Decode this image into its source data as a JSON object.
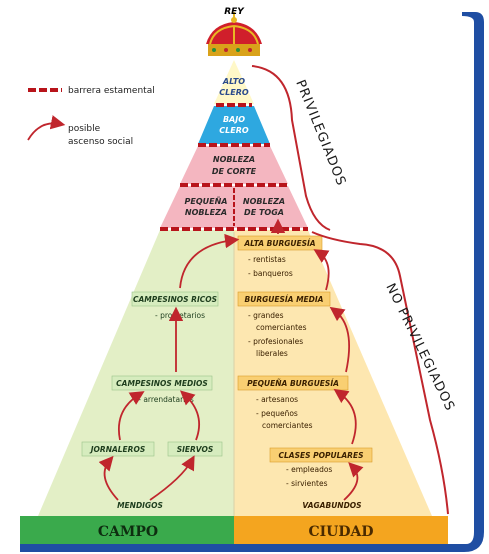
{
  "legend": {
    "barrier_label": "barrera estamental",
    "ascent_label_1": "posible",
    "ascent_label_2": "ascenso social"
  },
  "top": {
    "rey": "REY",
    "alto_clero_1": "ALTO",
    "alto_clero_2": "CLERO",
    "bajo_clero_1": "BAJO",
    "bajo_clero_2": "CLERO",
    "nobleza_corte_1": "NOBLEZA",
    "nobleza_corte_2": "DE CORTE",
    "pequena_nobleza_1": "PEQUEÑA",
    "pequena_nobleza_2": "NOBLEZA",
    "nobleza_toga_1": "NOBLEZA",
    "nobleza_toga_2": "DE TOGA"
  },
  "groups": {
    "privilegiados": "PRIVILEGIADOS",
    "no_privilegiados": "NO PRIVILEGIADOS"
  },
  "campo": {
    "title": "CAMPO",
    "campesinos_ricos": "CAMPESINOS RICOS",
    "propietarios": "- propietarios",
    "campesinos_medios": "CAMPESINOS MEDIOS",
    "arrendatarios": "- arrendatarios",
    "jornaleros": "JORNALEROS",
    "siervos": "SIERVOS",
    "mendigos": "MENDIGOS"
  },
  "ciudad": {
    "title": "CIUDAD",
    "alta_burguesia": "ALTA BURGUESÍA",
    "rentistas": "- rentistas",
    "banqueros": "- banqueros",
    "burguesia_media": "BURGUESÍA MEDIA",
    "grandes_1": "- grandes",
    "grandes_2": "comerciantes",
    "profesionales_1": "- profesionales",
    "profesionales_2": "liberales",
    "pequena_burguesia": "PEQUEÑA BURGUESÍA",
    "artesanos": "- artesanos",
    "pequenos_1": "- pequeños",
    "pequenos_2": "comerciantes",
    "clases_populares": "CLASES POPULARES",
    "empleados": "- empleados",
    "sirvientes": "- sirvientes",
    "vagabundos": "VAGABUNDOS"
  },
  "colors": {
    "alto_clero": "#fff8c8",
    "bajo_clero": "#2ea8e0",
    "nobleza": "#f4b6c0",
    "campo_bg": "#e3efc6",
    "ciudad_bg": "#fde7b0",
    "campo_label": "#d6ecbe",
    "ciudad_label": "#f9cf72",
    "campo_bar": "#3aaa4c",
    "ciudad_bar": "#f4a51f",
    "barrier": "#b8141b",
    "arrow": "#c0262d",
    "frame": "#1f4ea3"
  }
}
